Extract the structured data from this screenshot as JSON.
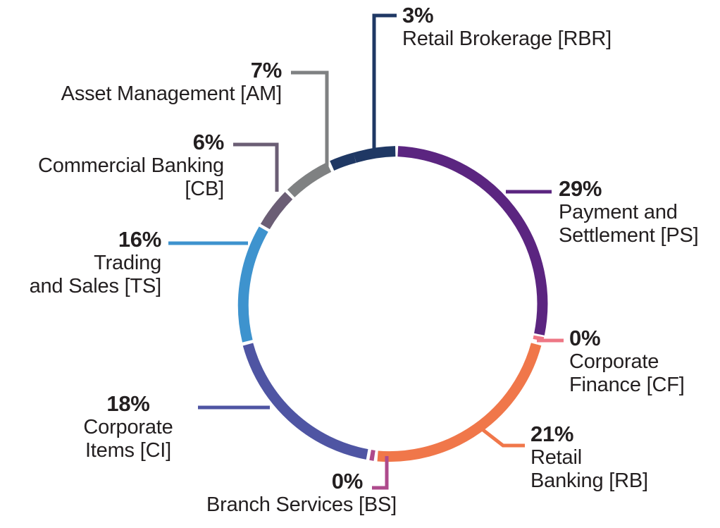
{
  "chart_data": {
    "type": "pie",
    "variant": "donut",
    "title": "",
    "subtitle": "",
    "xlabel": "",
    "ylabel": "",
    "legend_position": "callout-labels",
    "grid": false,
    "units": "percent",
    "total": 100,
    "start_angle_deg": 0,
    "direction": "clockwise",
    "categories": [
      "Payment and Settlement [PS]",
      "Corporate Finance [CF]",
      "Retail Banking [RB]",
      "Branch Services [BS]",
      "Corporate Items [CI]",
      "Trading and Sales [TS]",
      "Commercial Banking [CB]",
      "Asset Management [AM]",
      "Retail Brokerage [RBR]"
    ],
    "values": [
      29,
      0,
      21,
      0,
      18,
      16,
      6,
      7,
      3
    ],
    "colors": [
      "#5B2580",
      "#EE7785",
      "#F0774A",
      "#AE4A8C",
      "#4F55A3",
      "#3E93CE",
      "#6B5E75",
      "#7F8182",
      "#1F3864"
    ],
    "slices": [
      {
        "code": "PS",
        "name": "Payment and Settlement [PS]",
        "name_line1": "Payment and",
        "name_line2": "Settlement [PS]",
        "percent_label": "29%",
        "value": 29,
        "color": "#5B2580"
      },
      {
        "code": "CF",
        "name": "Corporate Finance [CF]",
        "name_line1": "Corporate",
        "name_line2": "Finance [CF]",
        "percent_label": "0%",
        "value": 0.4,
        "color": "#EE7785"
      },
      {
        "code": "RB",
        "name": "Retail Banking [RB]",
        "name_line1": "Retail",
        "name_line2": "Banking [RB]",
        "percent_label": "21%",
        "value": 21,
        "color": "#F0774A"
      },
      {
        "code": "BS",
        "name": "Branch Services [BS]",
        "name_line1": "Branch Services [BS]",
        "name_line2": "",
        "percent_label": "0%",
        "value": 0.4,
        "color": "#AE4A8C"
      },
      {
        "code": "CI",
        "name": "Corporate Items [CI]",
        "name_line1": "Corporate",
        "name_line2": "Items [CI]",
        "percent_label": "18%",
        "value": 18,
        "color": "#4F55A3"
      },
      {
        "code": "TS",
        "name": "Trading and Sales [TS]",
        "name_line1": "Trading",
        "name_line2": "and Sales [TS]",
        "percent_label": "16%",
        "value": 16,
        "color": "#3E93CE"
      },
      {
        "code": "CB",
        "name": "Commercial Banking [CB]",
        "name_line1": "Commercial Banking",
        "name_line2": "[CB]",
        "percent_label": "6%",
        "value": 6,
        "color": "#6B5E75"
      },
      {
        "code": "AM",
        "name": "Asset Management [AM]",
        "name_line1": "Asset Management [AM]",
        "name_line2": "",
        "percent_label": "7%",
        "value": 7,
        "color": "#7F8182"
      },
      {
        "code": "RBR",
        "name": "Retail Brokerage [RBR]",
        "name_line1": "Retail Brokerage [RBR]",
        "name_line2": "",
        "percent_label": "3%",
        "value": 3,
        "color": "#1F3864"
      }
    ]
  },
  "labels": {
    "rbr": {
      "percent": "3%",
      "line1": "Retail Brokerage [RBR]"
    },
    "am": {
      "percent": "7%",
      "line1": "Asset Management [AM]"
    },
    "cb": {
      "percent": "6%",
      "line1": "Commercial Banking",
      "line2": "[CB]"
    },
    "ts": {
      "percent": "16%",
      "line1": "Trading",
      "line2": "and Sales [TS]"
    },
    "ci": {
      "percent": "18%",
      "line1": "Corporate",
      "line2": "Items [CI]"
    },
    "bs": {
      "percent": "0%",
      "line1": "Branch Services [BS]"
    },
    "rb": {
      "percent": "21%",
      "line1": "Retail",
      "line2": "Banking [RB]"
    },
    "cf": {
      "percent": "0%",
      "line1": "Corporate",
      "line2": "Finance [CF]"
    },
    "ps": {
      "percent": "29%",
      "line1": "Payment and",
      "line2": "Settlement [PS]"
    }
  },
  "theme": {
    "background": "#FFFFFF",
    "text_color": "#231F20"
  }
}
